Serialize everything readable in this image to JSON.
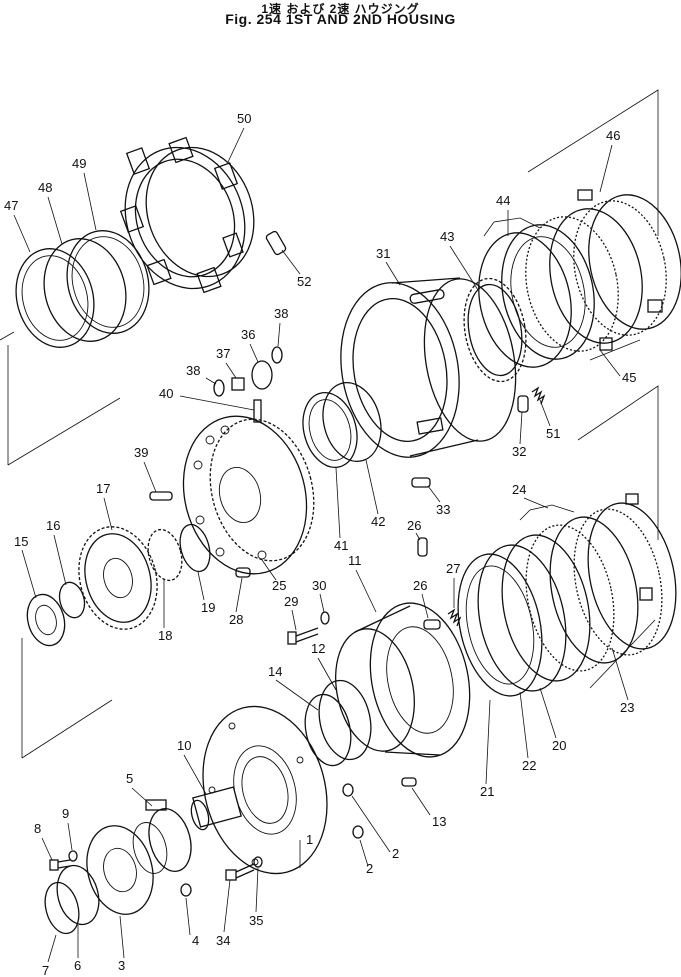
{
  "title": {
    "japanese": "1速 および 2速 ハウジング",
    "english": "Fig. 254 1ST AND 2ND HOUSING"
  },
  "callouts": [
    "1",
    "2",
    "2",
    "3",
    "4",
    "5",
    "6",
    "7",
    "8",
    "9",
    "10",
    "11",
    "12",
    "13",
    "14",
    "15",
    "16",
    "17",
    "18",
    "19",
    "20",
    "21",
    "22",
    "23",
    "24",
    "25",
    "26",
    "26",
    "27",
    "28",
    "29",
    "30",
    "31",
    "32",
    "33",
    "34",
    "35",
    "36",
    "37",
    "38",
    "38",
    "39",
    "40",
    "41",
    "42",
    "43",
    "44",
    "45",
    "46",
    "47",
    "48",
    "49",
    "50",
    "51",
    "52"
  ]
}
